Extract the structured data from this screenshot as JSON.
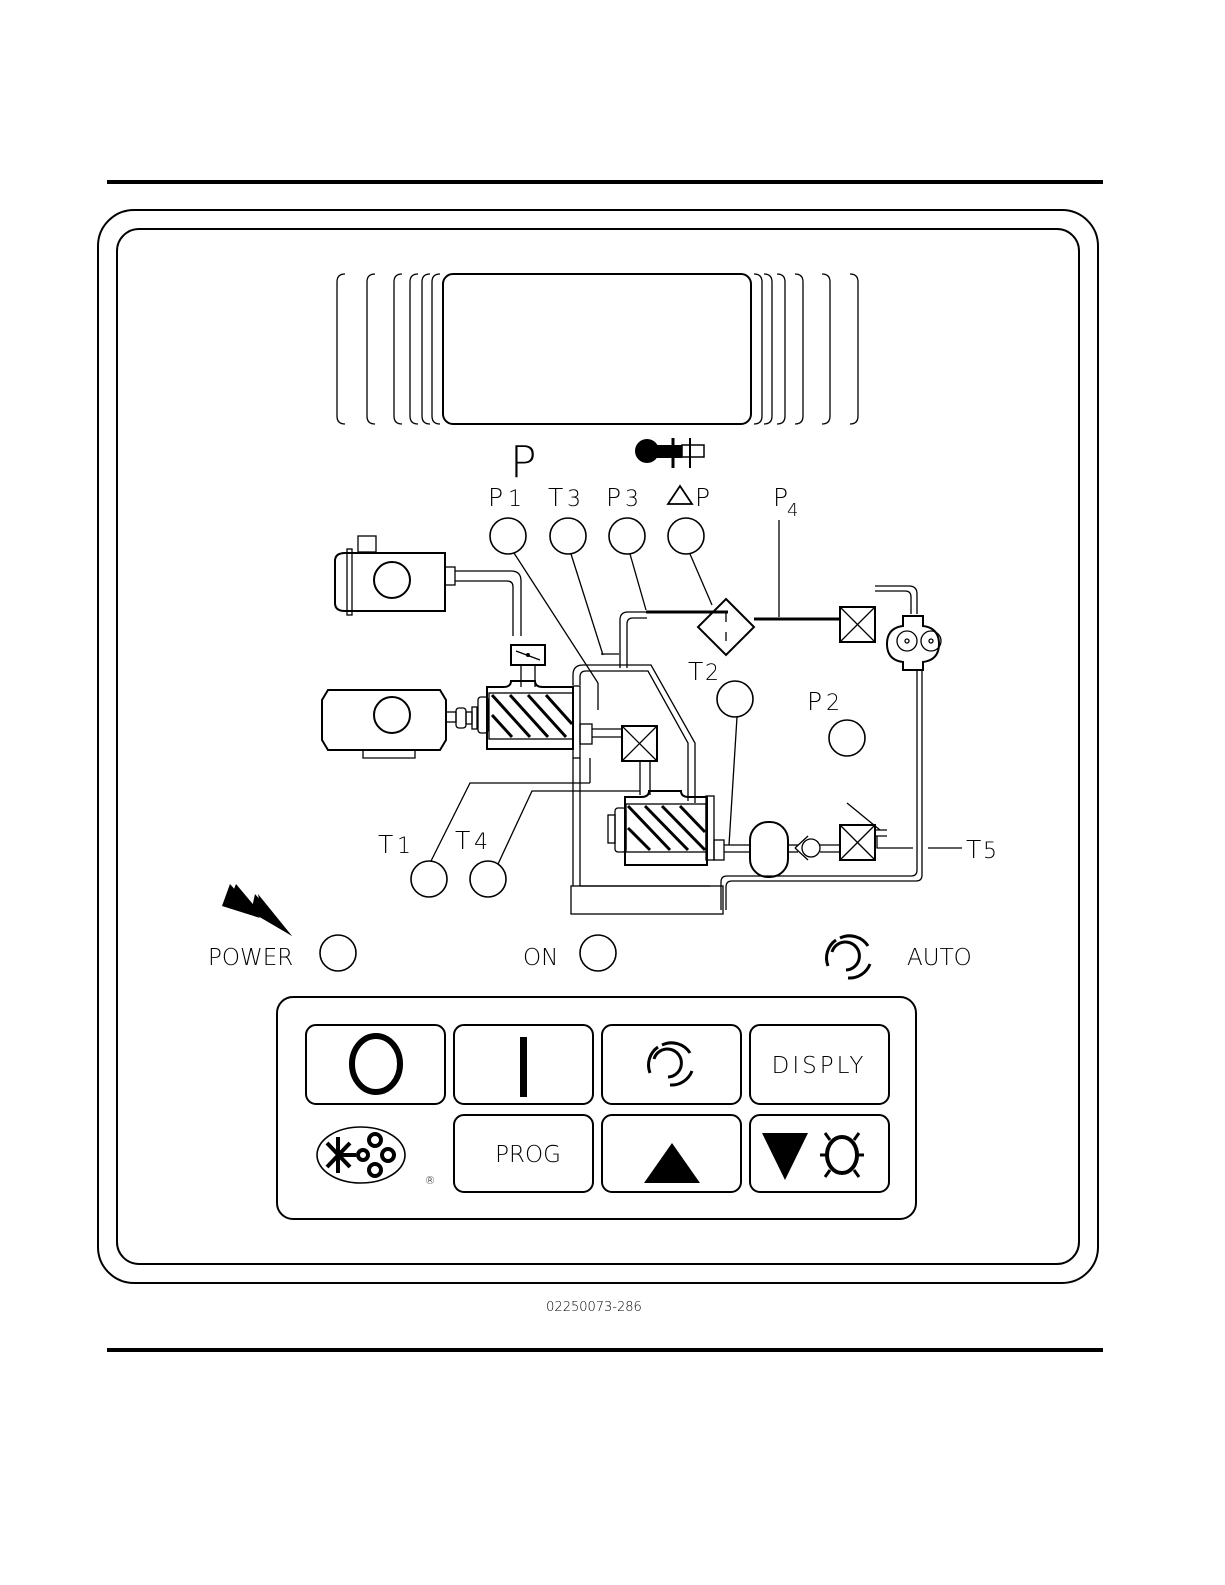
{
  "colors": {
    "ink": "#000000",
    "paper": "#ffffff"
  },
  "display_panel": {
    "pressure_symbol": "P",
    "temperature_icon": "thermometer-icon"
  },
  "gauges": {
    "top": [
      {
        "id": "P1",
        "label_main": "P",
        "label_sub": "1"
      },
      {
        "id": "T3",
        "label_main": "T",
        "label_sub": "3"
      },
      {
        "id": "P3",
        "label_main": "P",
        "label_sub": "3"
      },
      {
        "id": "dP",
        "label_main": "P",
        "label_prefix_icon": "delta-icon"
      }
    ],
    "p4": {
      "label_main": "P",
      "label_sub": "4"
    },
    "t2": {
      "label_main": "T",
      "label_sub": "2"
    },
    "p2": {
      "label_main": "P",
      "label_sub": "2"
    },
    "t1": {
      "label_main": "T",
      "label_sub": "1"
    },
    "t4": {
      "label_main": "T",
      "label_sub": "4"
    },
    "t5": {
      "label_main": "T",
      "label_sub": "5"
    }
  },
  "status_indicators": {
    "power": {
      "label": "POWER",
      "icon": "lightning-icon"
    },
    "on": {
      "label": "ON"
    },
    "auto": {
      "label": "AUTO",
      "icon": "auto-swirl-icon"
    }
  },
  "keypad": {
    "row1": [
      {
        "name": "stop-button",
        "symbol": "O",
        "icon": "stop-circle-icon"
      },
      {
        "name": "start-button",
        "symbol": "I",
        "icon": "start-bar-icon"
      },
      {
        "name": "auto-button",
        "icon": "auto-swirl-icon"
      },
      {
        "name": "display-button",
        "label": "DISPLY"
      }
    ],
    "row2": [
      {
        "name": "brand-logo",
        "icon": "brand-logo-icon",
        "registered": "®"
      },
      {
        "name": "prog-button",
        "label": "PROG"
      },
      {
        "name": "up-button",
        "icon": "up-triangle-icon"
      },
      {
        "name": "down-reset-button",
        "icon": "down-triangle-sun-icon"
      }
    ]
  },
  "figure_id": "02250073-286"
}
